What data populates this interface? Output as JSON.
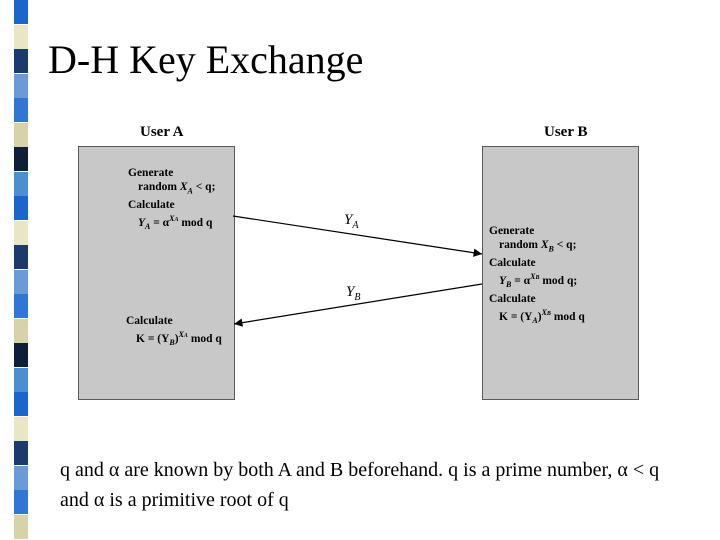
{
  "slide": {
    "title": "D-H Key Exchange",
    "footnote": "q and α are known by both A and B beforehand. q is a prime number, α < q and α is a primitive root of q"
  },
  "diagram": {
    "user_a": {
      "label": "User A",
      "generate": "Generate",
      "random_prefix": "random ",
      "random_var": "X",
      "random_sub": "A",
      "random_suffix": " < q;",
      "calculate": "Calculate",
      "y_lhs": "Y",
      "y_lhs_sub": "A",
      "y_rhs": " = α",
      "y_exp": "X",
      "y_exp_sub": "A",
      "y_mod": " mod q",
      "calculate_key": "Calculate",
      "k_lhs": "K = (Y",
      "k_lhs_sub": "B",
      "k_close": ")",
      "k_exp": "X",
      "k_exp_sub": "A",
      "k_mod": " mod q"
    },
    "user_b": {
      "label": "User B",
      "generate": "Generate",
      "random_prefix": "random ",
      "random_var": "X",
      "random_sub": "B",
      "random_suffix": " < q;",
      "calculate": "Calculate",
      "y_lhs": "Y",
      "y_lhs_sub": "B",
      "y_rhs": " = α",
      "y_exp": "X",
      "y_exp_sub": "B",
      "y_mod": " mod q;",
      "calculate_key": "Calculate",
      "k_lhs": "K = (Y",
      "k_lhs_sub": "A",
      "k_close": ")",
      "k_exp": "X",
      "k_exp_sub": "B",
      "k_mod": " mod q"
    },
    "msg_a_to_b": {
      "var": "Y",
      "sub": "A"
    },
    "msg_b_to_a": {
      "var": "Y",
      "sub": "B"
    }
  },
  "colors": {
    "edge_strip": [
      "#1a66cc",
      "#e8e6c4",
      "#1b3b6f",
      "#6a9bd8",
      "#2f77d2",
      "#d6d3a8",
      "#0f1f3a",
      "#4a8fd0"
    ]
  }
}
